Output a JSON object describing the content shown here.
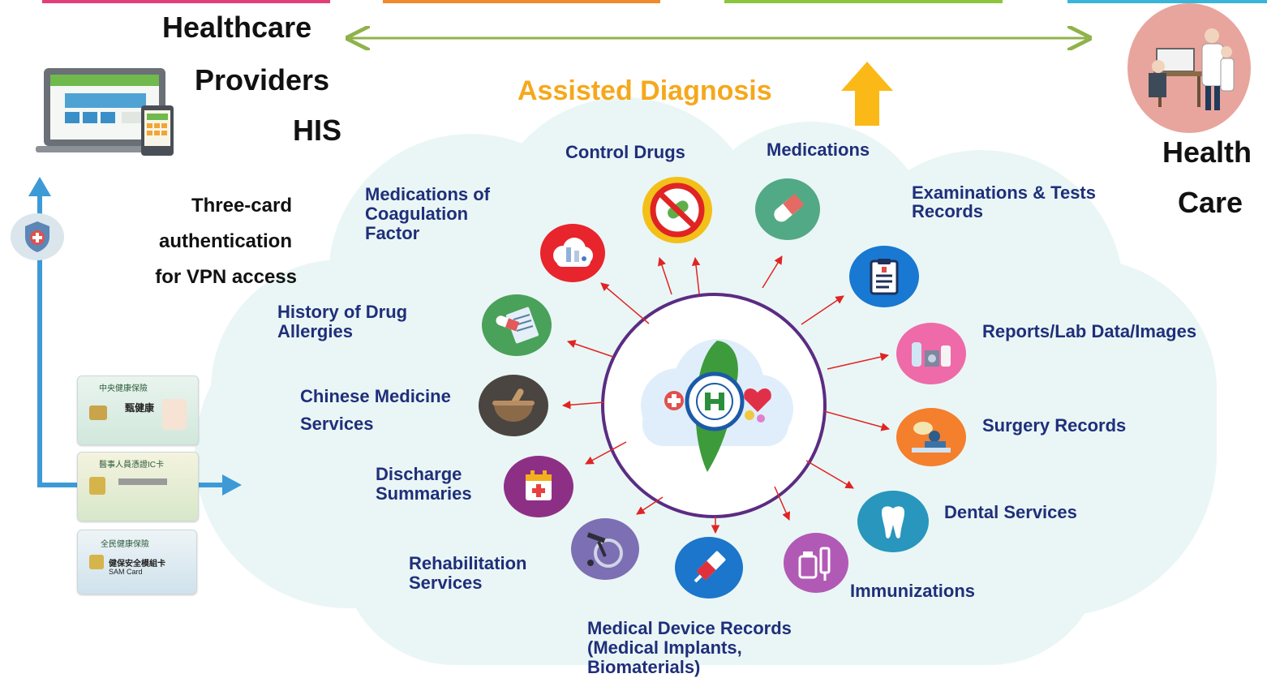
{
  "colors": {
    "label_text": "#1f2f7a",
    "assisted": "#f5a81c",
    "arrow_green": "#8fb24a",
    "ring": "#5b2c83",
    "spoke": "#e02424",
    "cloud": "#eaf6f5",
    "blue_path": "#3d9ad6"
  },
  "providers": {
    "line1": "Healthcare",
    "line2": "Providers",
    "line3": "HIS",
    "icon": "computer-tablet-icon"
  },
  "health_care": {
    "line1": "Health",
    "line2": "Care",
    "icon": "doctor-patient-icon"
  },
  "assisted_diagnosis": "Assisted Diagnosis",
  "authentication": {
    "line1": "Three-card",
    "line2": "authentication",
    "line3": "for VPN access",
    "icon": "shield-plus-icon"
  },
  "cards": {
    "card1_title": "中央健康保險",
    "card1_name": "甄健康",
    "card2_title": "醫事人員憑證IC卡",
    "card3_title": "全民健康保險",
    "card3_sub": "健保安全模組卡",
    "card3_en": "SAM Card"
  },
  "categories": {
    "control_drugs": "Control Drugs",
    "medications": "Medications",
    "exams": "Examinations & Tests Records",
    "reports": "Reports/Lab Data/Images",
    "surgery": "Surgery Records",
    "dental": "Dental Services",
    "immunizations": "Immunizations",
    "device": "Medical Device Records (Medical Implants, Biomaterials)",
    "rehab": "Rehabilitation Services",
    "discharge": "Discharge Summaries",
    "chinese": "Chinese Medicine Services",
    "allergies": "History of Drug Allergies",
    "coagulation": "Medications of Coagulation Factor"
  },
  "hub": {
    "icon": "nhi-taiwan-cloud-icon"
  }
}
